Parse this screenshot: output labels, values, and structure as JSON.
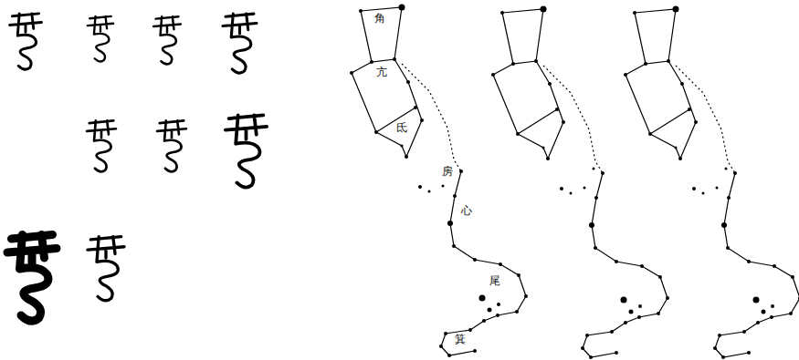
{
  "diagram": {
    "labels": [
      "角",
      "亢",
      "氐",
      "房",
      "心",
      "尾",
      "箕"
    ]
  }
}
